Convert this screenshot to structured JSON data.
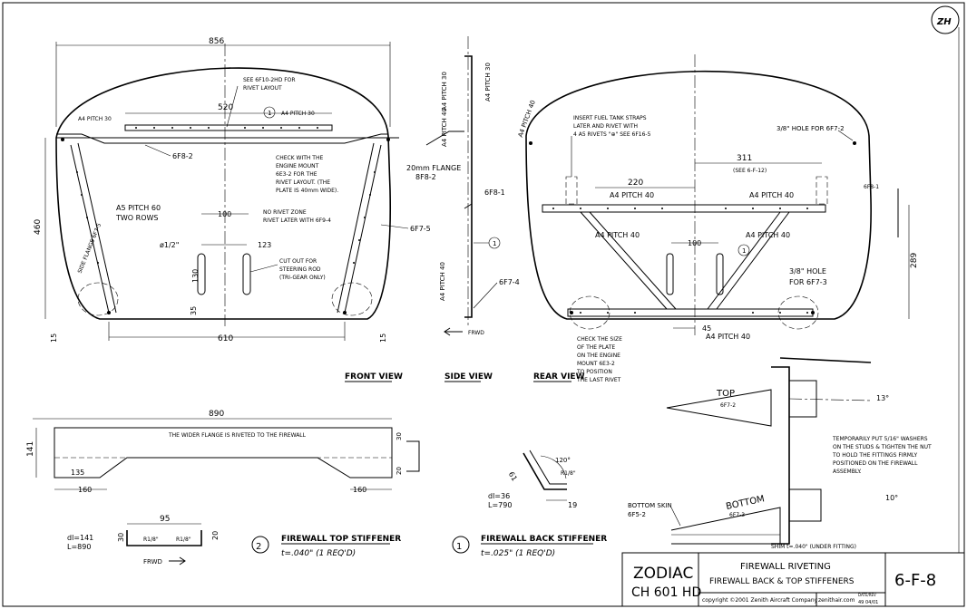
{
  "logo": "ZH",
  "front_view": {
    "title": "FRONT VIEW",
    "dim_width_top": "856",
    "dim_520": "520",
    "dim_610": "610",
    "dim_460": "460",
    "dim_15_left": "15",
    "dim_15_right": "15",
    "dim_100": "100",
    "dim_123": "123",
    "dim_130": "130",
    "dim_35": "35",
    "dia_half": "ø1/2\"",
    "note_see_6f10": "SEE 6F10-2HD FOR",
    "note_see_6f10_2": "RIVET LAYOUT",
    "pitch_top": "A4 PITCH 30",
    "pitch_strip": "A4 PITCH 30",
    "label_6f8_2": "6F8-2",
    "label_6f7_5": "6F7-5",
    "a5_pitch": "A5 PITCH 60",
    "two_rows": "TWO ROWS",
    "side_flange": "SIDE FLANGE 6F7-5",
    "check_note": [
      "CHECK WITH THE",
      "ENGINE MOUNT",
      "6E3-2 FOR THE",
      "RIVET LAYOUT. (THE",
      "PLATE IS 40mm WIDE)."
    ],
    "no_rivet": [
      "NO RIVET ZONE",
      "RIVET LATER WITH 6F9-4"
    ],
    "cut_out": [
      "CUT OUT FOR",
      "STEERING ROD",
      "(TRI-GEAR ONLY)"
    ],
    "circle_1": "1"
  },
  "side_view": {
    "title": "SIDE VIEW",
    "pitch_30_a": "A4 PITCH 30",
    "pitch_30_b": "A4 PITCH 30",
    "pitch_40_a": "A4 PITCH 40",
    "pitch_40_b": "A4 PITCH 40",
    "pitch_40_c": "A4 PITCH 40",
    "flange": "20mm FLANGE",
    "flange_part": "8F8-2",
    "label_6f8_1": "6F8-1",
    "label_6f7_4": "6F7-4",
    "frwd": "FRWD",
    "circle_1": "1"
  },
  "rear_view": {
    "title": "REAR VIEW",
    "insert_note": [
      "INSERT FUEL TANK STRAPS",
      "LATER AND RIVET WITH",
      "4 A5 RIVETS \"⊕\" SEE 6F16-5"
    ],
    "dim_311": "311",
    "see_6f12": "(SEE 6-F-12)",
    "dim_220": "220",
    "pitch_left": "A4 PITCH 40",
    "pitch_right": "A4 PITCH 40",
    "pitch_diag_l": "A4 PITCH 40",
    "pitch_diag_r": "A4 PITCH 40",
    "pitch_bottom": "A4 PITCH 40",
    "dim_100": "100",
    "dim_45": "45",
    "dim_289": "289",
    "hole_6f7_2": "3/8\" HOLE FOR 6F7-2",
    "hole_6f7_3": [
      "3/8\" HOLE",
      "FOR 6F7-3"
    ],
    "label_6f8_1": "6F8-1",
    "check_size": [
      "CHECK THE SIZE",
      "OF THE PLATE",
      "ON THE ENGINE",
      "MOUNT 6E3-2",
      "TO POSITION",
      "THE LAST RIVET"
    ],
    "circle_1": "1"
  },
  "top_stiffener": {
    "dim_890": "890",
    "note": "THE WIDER FLANGE IS RIVETED TO THE FIREWALL",
    "dim_141": "141",
    "dim_135": "135",
    "dim_160_l": "160",
    "dim_160_r": "160",
    "dim_30": "30",
    "dim_20": "20",
    "dim_95": "95",
    "dim_30_sec": "30",
    "dim_20_sec": "20",
    "r_left": "R1/8\"",
    "r_right": "R1/8\"",
    "dl": "dl=141",
    "l": "L=890",
    "frwd": "FRWD",
    "circle": "2",
    "title": "FIREWALL TOP STIFFENER",
    "thickness": "t=.040\" (1 REQ'D)"
  },
  "back_stiffener": {
    "angle": "120°",
    "radius": "R1/8\"",
    "dim_61": "61",
    "dim_19": "19",
    "dl": "dl=36",
    "l": "L=790",
    "circle": "1",
    "title": "FIREWALL BACK STIFFENER",
    "thickness": "t=.025\" (1 REQ'D)"
  },
  "fitting_detail": {
    "top": "TOP",
    "top_part": "6F7-2",
    "angle_top": "13°",
    "note": [
      "TEMPORARILY PUT 5/16\" WASHERS",
      "ON THE STUDS & TIGHTEN THE NUT",
      "TO HOLD THE FITTINGS FIRMLY",
      "POSITIONED ON THE FIREWALL",
      "ASSEMBLY."
    ],
    "bottom": "BOTTOM",
    "bottom_part": "6F7-3",
    "angle_bottom": "10°",
    "bottom_skin": "BOTTOM SKIN",
    "bottom_skin_part": "6F5-2",
    "shim": "SHIM t=.040\" (UNDER FITTING)"
  },
  "title_block": {
    "model_1": "ZODIAC",
    "model_2": "CH 601 HD",
    "title_1": "FIREWALL RIVETING",
    "title_2": "FIREWALL BACK & TOP STIFFENERS",
    "copyright": "copyright ©2001 Zenith Aircraft Company",
    "web": "zenithair.com",
    "rev_label": "DATE/REV",
    "rev": "49 04/01",
    "sheet": "6-F-8"
  }
}
